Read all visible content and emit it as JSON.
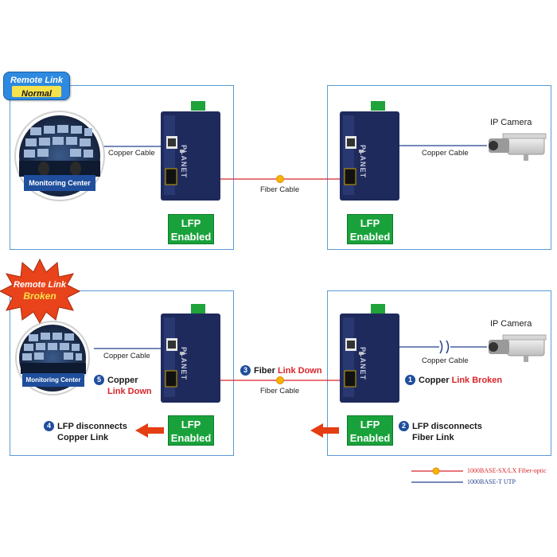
{
  "top": {
    "badge_line1": "Remote Link",
    "badge_line2": "Normal",
    "monitoring_label": "Monitoring Center",
    "copper_left": "Copper Cable",
    "fiber_cable": "Fiber Cable",
    "copper_right": "Copper Cable",
    "ip_camera": "IP Camera",
    "lfp_left": [
      "LFP",
      "Enabled"
    ],
    "lfp_right": [
      "LFP",
      "Enabled"
    ]
  },
  "bottom": {
    "badge_line1": "Remote Link",
    "badge_line2": "Broken",
    "monitoring_label": "Monitoring Center",
    "copper_left": "Copper Cable",
    "fiber_cable": "Fiber Cable",
    "copper_right": "Copper Cable",
    "ip_camera": "IP Camera",
    "lfp_left": [
      "LFP",
      "Enabled"
    ],
    "lfp_right": [
      "LFP",
      "Enabled"
    ],
    "steps": {
      "s1": {
        "num": "1",
        "text": "Copper ",
        "red": "Link Broken"
      },
      "s2": {
        "num": "2",
        "line1": "LFP disconnects",
        "line2": "Fiber Link"
      },
      "s3": {
        "num": "3",
        "text": "Fiber ",
        "red": "Link Down"
      },
      "s4": {
        "num": "4",
        "line1": "LFP disconnects",
        "line2": "Copper Link"
      },
      "s5": {
        "num": "5",
        "line1": "Copper",
        "red": "Link Down"
      }
    }
  },
  "brand": "PLANET",
  "legend": {
    "fiber": "1000BASE-SX/LX Fiber-optic",
    "utp": "1000BASE-T UTP"
  },
  "colors": {
    "panel_border": "#5b9bd5",
    "fiber_line": "#d8252a",
    "utp_line": "#24408e",
    "lfp_green": "#19a23b",
    "device_navy": "#1f2a5c",
    "step_badge": "#1f4e9c"
  }
}
